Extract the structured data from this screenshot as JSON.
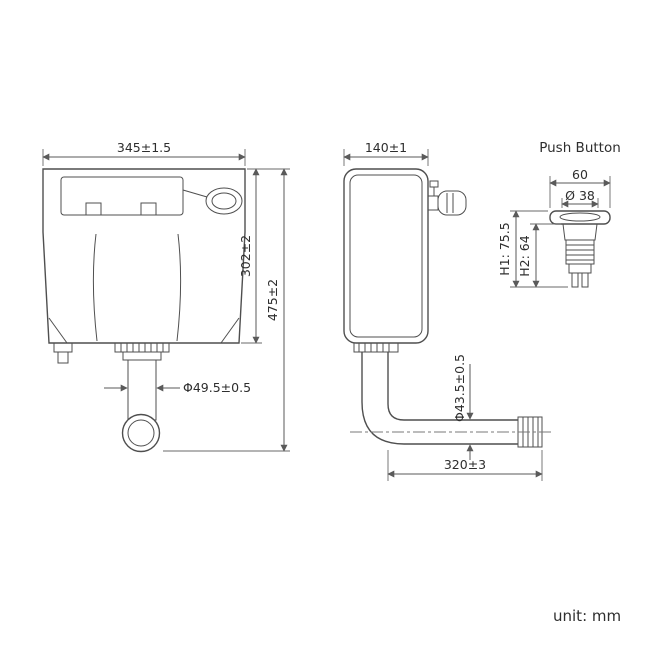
{
  "front_view": {
    "dim_width": "345±1.5",
    "dim_body_height": "302±2",
    "dim_total_height": "475±2",
    "dim_outlet_diameter": "Φ49.5±0.5"
  },
  "side_view": {
    "dim_depth": "140±1",
    "dim_pipe_diameter": "Φ43.5±0.5",
    "dim_pipe_length": "320±3"
  },
  "push_button": {
    "title": "Push Button",
    "dim_width": "60",
    "dim_cap_diameter": "Ø 38",
    "dim_h1": "H1: 75.5",
    "dim_h2": "H2: 64"
  },
  "footer": {
    "unit": "unit: mm"
  }
}
